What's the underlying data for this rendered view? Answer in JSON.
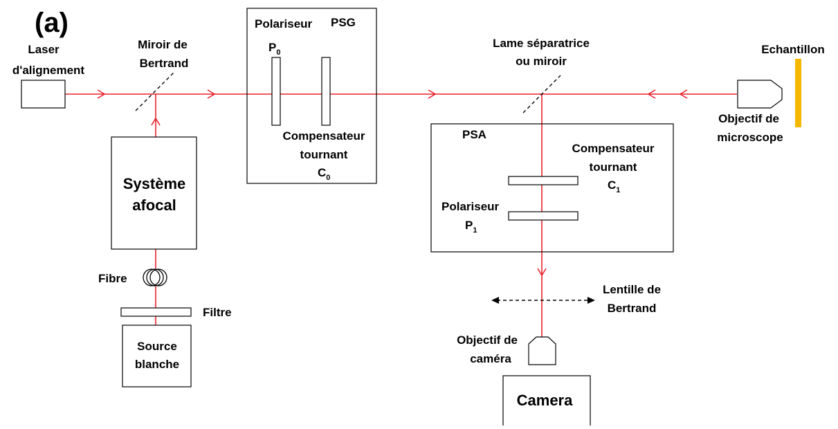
{
  "figure": {
    "panel_label": "(a)",
    "colors": {
      "beam": "#e8202a",
      "line": "#000000",
      "sample": "#f5b800",
      "background": "#ffffff"
    },
    "labels": {
      "laser_line1": "Laser",
      "laser_line2": "d'alignement",
      "miroir_bertrand_line1": "Miroir de",
      "miroir_bertrand_line2": "Bertrand",
      "systeme_line1": "Système",
      "systeme_line2": "afocal",
      "fibre": "Fibre",
      "filtre": "Filtre",
      "source_line1": "Source",
      "source_line2": "blanche",
      "psg": "PSG",
      "polariseur_p0": "Polariseur",
      "p0_letter": "P",
      "p0_sub": "0",
      "compensateur_c0_line1": "Compensateur",
      "compensateur_c0_line2": "tournant",
      "c0_letter": "C",
      "c0_sub": "0",
      "lame_line1": "Lame séparatrice",
      "lame_line2": "ou miroir",
      "echantillon": "Echantillon",
      "objectif_micro_line1": "Objectif de",
      "objectif_micro_line2": "microscope",
      "psa": "PSA",
      "compensateur_c1_line1": "Compensateur",
      "compensateur_c1_line2": "tournant",
      "c1_letter": "C",
      "c1_sub": "1",
      "polariseur_p1": "Polariseur",
      "p1_letter": "P",
      "p1_sub": "1",
      "lentille_line1": "Lentille de",
      "lentille_line2": "Bertrand",
      "objectif_camera_line1": "Objectif de",
      "objectif_camera_line2": "caméra",
      "camera": "Camera"
    }
  }
}
